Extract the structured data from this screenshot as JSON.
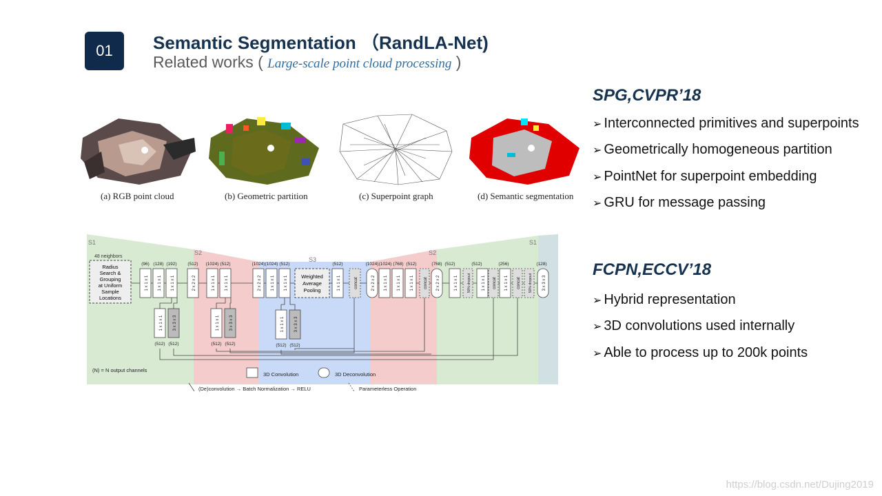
{
  "badge": "01",
  "title": "Semantic Segmentation （RandLA-Net)",
  "subtitle": {
    "prefix": "Related works (",
    "italic": "Large-scale point cloud processing",
    "suffix": ")"
  },
  "spg_figure": {
    "captions": [
      "(a) RGB point cloud",
      "(b) Geometric partition",
      "(c) Superpoint graph",
      "(d) Semantic segmentation"
    ]
  },
  "fcpn_figure": {
    "stage_labels": [
      "S1",
      "S2",
      "S3",
      "S2",
      "S1"
    ],
    "neighbors_label": "48 neighbors",
    "radius_box": [
      "Radius",
      "Search &",
      "Grouping",
      "at Uniform",
      "Sample",
      "Locations"
    ],
    "channel_labels_top": [
      "(96)",
      "(128)",
      "(192)",
      "(512)",
      "(1024)",
      "(512)",
      "(1024)",
      "(1024)",
      "(512)",
      "(512)",
      "(1024)",
      "(1024)",
      "(768)",
      "(512)",
      "(768)",
      "(512)",
      "(512)",
      "(256)",
      "(128)"
    ],
    "channel_labels_bottom": [
      "(512)",
      "(512)",
      "(512)",
      "(512)",
      "(512)",
      "(512)"
    ],
    "conv_1x1": "1 x 1 x 1",
    "conv_2x2": "2 x 2 x 2",
    "conv_3x3": "3 x 3 x 3",
    "weighted_pool": [
      "Weighted",
      "Average",
      "Pooling"
    ],
    "concat": "concat",
    "dropout": "50% dropout",
    "legend_channels": "(N) = N output channels",
    "legend_conv": "3D Convolution",
    "legend_deconv": "3D Deconvolution",
    "legend_line": "(De)convolution → Batch Normalization → RELU",
    "legend_param": "Parameterless Operation"
  },
  "sections": [
    {
      "heading": "SPG,CVPR’18",
      "bullets": [
        "Interconnected primitives and superpoints",
        "Geometrically homogeneous partition",
        "PointNet for superpoint embedding",
        "GRU for message passing"
      ]
    },
    {
      "heading": "FCPN,ECCV’18",
      "bullets": [
        "Hybrid representation",
        "3D convolutions used internally",
        "Able to process up to 200k points"
      ]
    }
  ],
  "watermark": "https://blog.csdn.net/Dujing2019",
  "colors": {
    "navy": "#16324f",
    "green_stage": "#d9ead3",
    "red_stage": "#f4cccc",
    "blue_stage": "#c9daf8",
    "gray_stage": "#d0e0e3"
  }
}
